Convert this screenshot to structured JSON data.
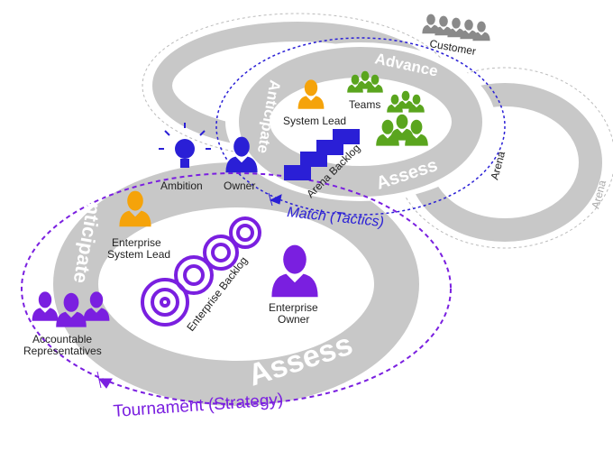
{
  "colors": {
    "ring": "#c8c8c8",
    "purple": "#7a1fe0",
    "blue": "#2a1fd6",
    "green": "#5aa51e",
    "orange": "#f5a30a",
    "gray_people": "#8a8a8a"
  },
  "labels": {
    "customer": "Customer",
    "advance": "Advance",
    "anticipate_arena": "Anticipate",
    "assess_arena": "Assess",
    "system_lead": "System Lead",
    "teams": "Teams",
    "arena_backlog": "Arena Backlog",
    "arena": "Arena",
    "arena_outer": "Arena",
    "ambition": "Ambition",
    "owner": "Owner",
    "match": "Match (Tactics)",
    "anticipate_enterprise": "Anticipate",
    "enterprise_system_lead_1": "Enterprise",
    "enterprise_system_lead_2": "System Lead",
    "enterprise_backlog": "Enterprise Backlog",
    "enterprise_owner_1": "Enterprise",
    "enterprise_owner_2": "Owner",
    "accountable_1": "Accountable",
    "accountable_2": "Representatives",
    "assess_enterprise": "Assess",
    "tournament": "Tournament (Strategy)"
  }
}
